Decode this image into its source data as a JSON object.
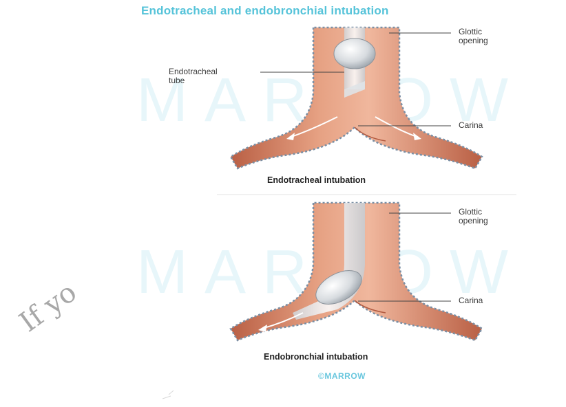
{
  "title": "Endotracheal and endobronchial intubation",
  "panels": [
    {
      "caption": "Endotracheal intubation",
      "labels": {
        "glottic": "Glottic\nopening",
        "tube": "Endotracheal\ntube",
        "carina": "Carina"
      }
    },
    {
      "caption": "Endobronchial intubation",
      "labels": {
        "glottic": "Glottic\nopening",
        "carina": "Carina"
      }
    }
  ],
  "watermark": "MARROW",
  "brand": "©MARROW",
  "scrawl": "If yo",
  "colors": {
    "title": "#55c3d9",
    "airway": "#d98a6a",
    "airway_dark": "#b65e42",
    "wall_dots": "#7b8fa4",
    "tube": "#e9ecef"
  }
}
